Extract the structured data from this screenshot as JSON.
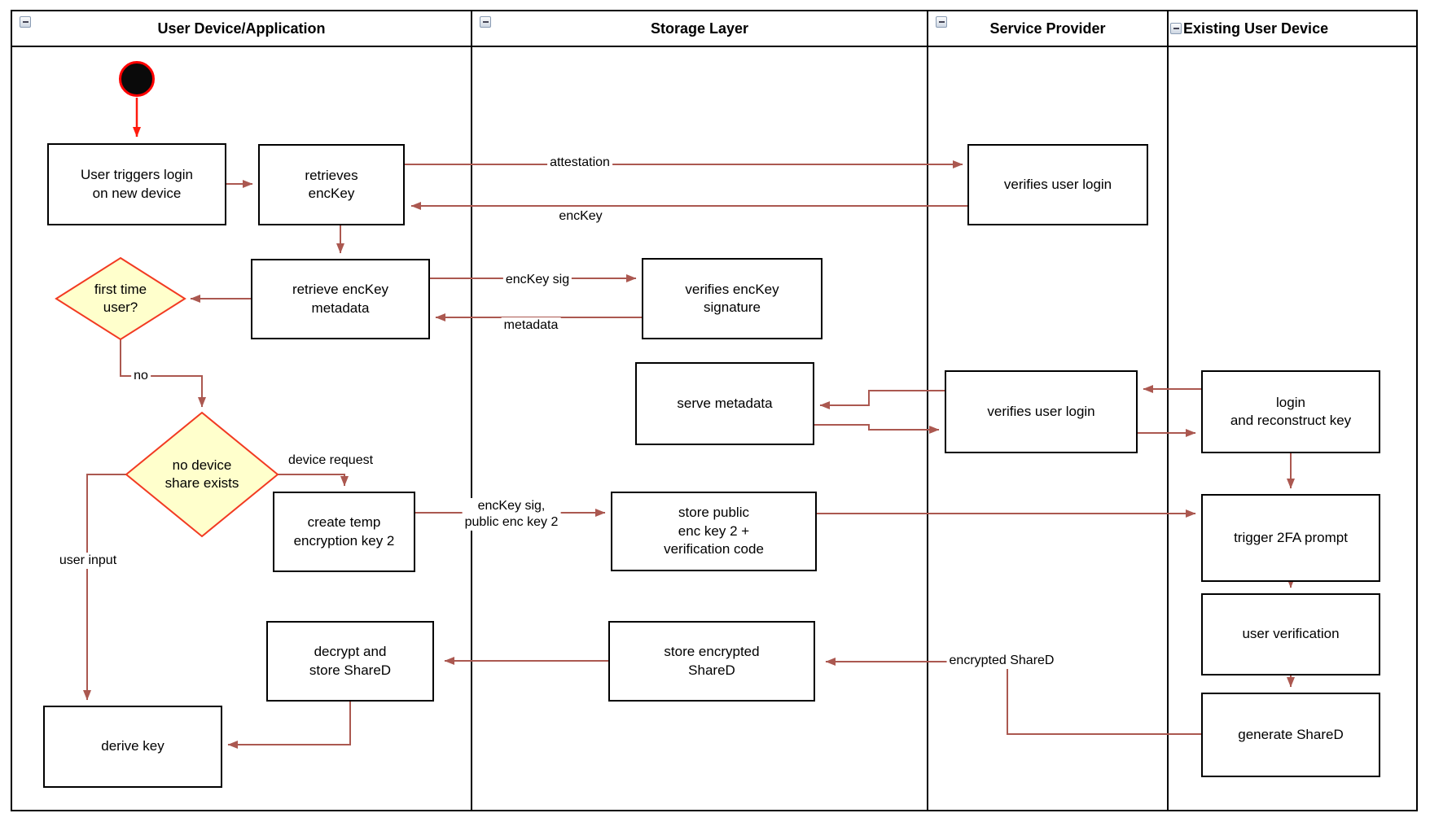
{
  "diagram": {
    "kind": "swimlane-activity-diagram",
    "colors": {
      "background": "#ffffff",
      "lane_border": "#000000",
      "node_border": "#000000",
      "node_fill": "#ffffff",
      "flow_arrow": "#ab5850",
      "start_accent": "#ff0000",
      "decision_fill": "#ffffcc",
      "decision_stroke": "#f23a22",
      "collapse_icon_bg": "#dde4ee"
    }
  },
  "lanes": [
    {
      "title": "User Device/Application",
      "icon": "collapse-minus"
    },
    {
      "title": "Storage Layer",
      "icon": "collapse-minus"
    },
    {
      "title": "Service Provider",
      "icon": "collapse-minus"
    },
    {
      "title": "Existing User Device",
      "icon": "collapse-minus"
    }
  ],
  "nodes": {
    "start": {
      "type": "initial-node"
    },
    "user_triggers_login": {
      "text": "User triggers login\non new device"
    },
    "retrieves_enckey": {
      "text": "retrieves\nencKey"
    },
    "verifies_user_login_top": {
      "text": "verifies user login"
    },
    "retrieve_enckey_metadata": {
      "text": "retrieve encKey\nmetadata"
    },
    "verifies_enckey_signature": {
      "text": "verifies encKey\nsignature"
    },
    "first_time_user": {
      "text": "first time\nuser?"
    },
    "serve_metadata": {
      "text": "serve metadata"
    },
    "verifies_user_login_mid": {
      "text": "verifies user login"
    },
    "login_reconstruct": {
      "text": "login\nand reconstruct key"
    },
    "no_device_share": {
      "text": "no device\nshare exists"
    },
    "create_temp_key": {
      "text": "create temp\nencryption key 2"
    },
    "store_public_key": {
      "text": "store public\nenc key 2 +\nverification code"
    },
    "trigger_2fa": {
      "text": "trigger 2FA prompt"
    },
    "user_verification": {
      "text": "user verification"
    },
    "generate_shared": {
      "text": "generate ShareD"
    },
    "decrypt_store_shared": {
      "text": "decrypt and\nstore ShareD"
    },
    "store_encrypted_shared": {
      "text": "store encrypted\nShareD"
    },
    "derive_key": {
      "text": "derive key"
    }
  },
  "edge_labels": {
    "attestation": "attestation",
    "enckey": "encKey",
    "enckey_sig": "encKey sig",
    "metadata": "metadata",
    "no": "no",
    "device_request": "device request",
    "enckey_sig_public": "encKey sig,\npublic enc key 2",
    "encrypted_shared": "encrypted ShareD",
    "user_input": "user input"
  }
}
